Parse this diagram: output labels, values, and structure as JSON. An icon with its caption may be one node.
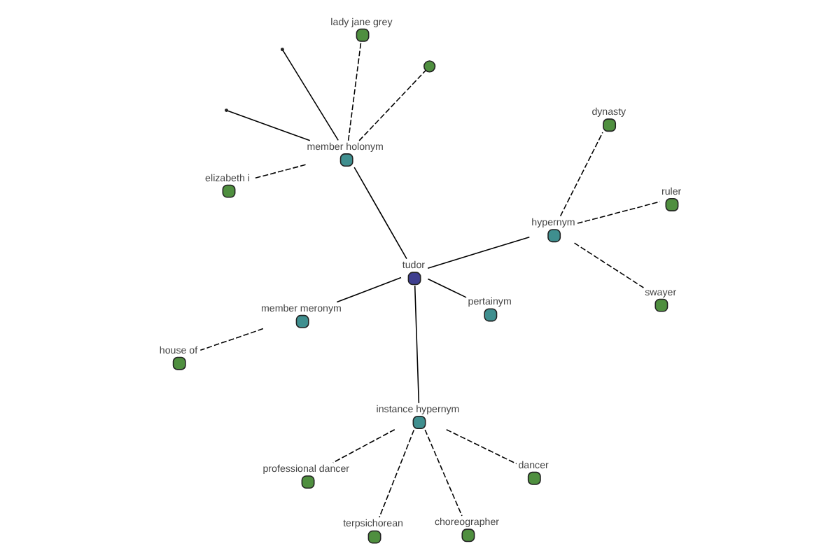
{
  "diagram": {
    "nodes": [
      {
        "text": [
          "tudor"
        ]
      },
      {
        "text": [
          "member holonym"
        ]
      },
      {
        "text": [
          "elizabeth i"
        ]
      },
      {
        "text": [
          "lady jane grey"
        ]
      },
      {
        "text": [],
        "shape": "circle"
      },
      {
        "text": [
          "member meronym"
        ]
      },
      {
        "text": [
          "house of"
        ]
      },
      {
        "text": [
          "instance hypernym"
        ]
      },
      {
        "text": [
          "terpsichorean"
        ]
      },
      {
        "text": [
          "dancer"
        ]
      },
      {
        "text": [
          "choreographer"
        ]
      },
      {
        "text": [
          "professional dancer"
        ]
      },
      {
        "text": [
          "hypernym"
        ]
      },
      {
        "text": [
          "ruler"
        ]
      },
      {
        "text": [
          "dynasty"
        ]
      },
      {
        "text": [
          "swayer"
        ]
      },
      {
        "text": [
          "pertainym"
        ]
      }
    ],
    "edges": [
      {
        "from": 0,
        "to": 1,
        "arrow": "none"
      },
      {
        "from": 1,
        "to": 2,
        "arrow": "none",
        "style": "dashed"
      },
      {
        "from": 1,
        "to": 3,
        "arrow": "none",
        "style": "dashed"
      },
      {
        "from": 1,
        "to": 4,
        "arrow": "none",
        "style": "dashed"
      },
      {
        "from": 1,
        "to": null,
        "arrow": "none"
      },
      {
        "from": 1,
        "to": null,
        "arrow": "none"
      },
      {
        "from": 0,
        "to": 5,
        "arrow": "none"
      },
      {
        "from": 5,
        "to": 6,
        "arrow": "none",
        "style": "dashed"
      },
      {
        "from": 0,
        "to": 7,
        "arrow": "none"
      },
      {
        "from": 7,
        "to": 8,
        "arrow": "none",
        "style": "dashed"
      },
      {
        "from": 7,
        "to": 9,
        "arrow": "none",
        "style": "dashed"
      },
      {
        "from": 7,
        "to": 10,
        "arrow": "none",
        "style": "dashed"
      },
      {
        "from": 7,
        "to": 11,
        "arrow": "none",
        "style": "dashed"
      },
      {
        "from": 0,
        "to": 12,
        "arrow": "none"
      },
      {
        "from": 12,
        "to": 13,
        "arrow": "none",
        "style": "dashed"
      },
      {
        "from": 12,
        "to": 14,
        "arrow": "none",
        "style": "dashed"
      },
      {
        "from": 12,
        "to": 15,
        "arrow": "none",
        "style": "dashed"
      },
      {
        "from": 0,
        "to": 16,
        "arrow": "none"
      }
    ]
  }
}
